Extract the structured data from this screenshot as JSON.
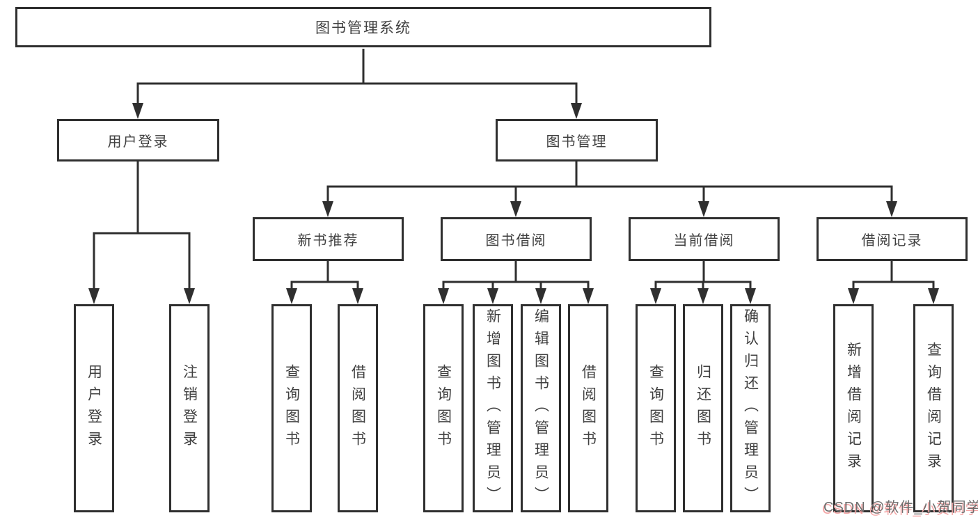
{
  "diagram": {
    "root": {
      "label": "图书管理系统"
    },
    "level2": [
      {
        "label": "用户登录"
      },
      {
        "label": "图书管理"
      }
    ],
    "level3": [
      {
        "label": "新书推荐",
        "parent": "图书管理"
      },
      {
        "label": "图书借阅",
        "parent": "图书管理"
      },
      {
        "label": "当前借阅",
        "parent": "图书管理"
      },
      {
        "label": "借阅记录",
        "parent": "图书管理"
      }
    ],
    "leaves": [
      {
        "label": "用户登录",
        "parent": "用户登录"
      },
      {
        "label": "注销登录",
        "parent": "用户登录"
      },
      {
        "label": "查询图书",
        "parent": "新书推荐"
      },
      {
        "label": "借阅图书",
        "parent": "新书推荐"
      },
      {
        "label": "查询图书",
        "parent": "图书借阅"
      },
      {
        "label": "新增图书（管理员）",
        "parent": "图书借阅"
      },
      {
        "label": "编辑图书（管理员）",
        "parent": "图书借阅"
      },
      {
        "label": "借阅图书",
        "parent": "图书借阅"
      },
      {
        "label": "查询图书",
        "parent": "当前借阅"
      },
      {
        "label": "归还图书",
        "parent": "当前借阅"
      },
      {
        "label": "确认归还（管理员）",
        "parent": "当前借阅"
      },
      {
        "label": "新增借阅记录",
        "parent": "借阅记录"
      },
      {
        "label": "查询借阅记录",
        "parent": "借阅记录"
      }
    ]
  },
  "watermark": {
    "text": "CSDN @软件_小贺同学"
  },
  "colors": {
    "background": "#ffffff",
    "line": "#2f2f2f",
    "box_border": "#2f2f2f",
    "text": "#404040",
    "watermark_text": "#6e6e6e",
    "watermark_shadow": "#f4a6a6"
  }
}
